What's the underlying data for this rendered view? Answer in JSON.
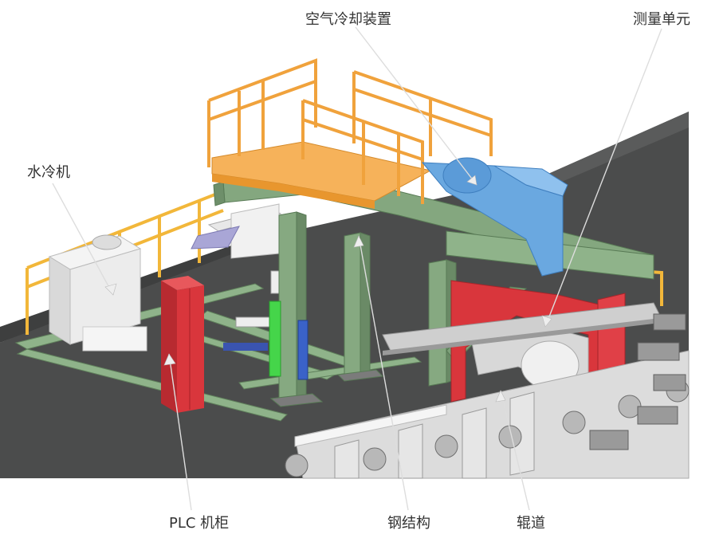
{
  "labels": {
    "air_cooling": "空气冷却装置",
    "measuring_unit": "测量单元",
    "water_chiller": "水冷机",
    "plc_cabinet": "PLC 机柜",
    "steel_structure": "钢结构",
    "roller_table": "辊道"
  },
  "colors": {
    "floor": "#4a4b4b",
    "green_steel": "#7ea07a",
    "orange_platform": "#f0a23c",
    "red_cabinet": "#d92f35",
    "blue_duct": "#6aa8e0",
    "white_box": "#eeeeee",
    "rail_yellow": "#f2b73a"
  }
}
